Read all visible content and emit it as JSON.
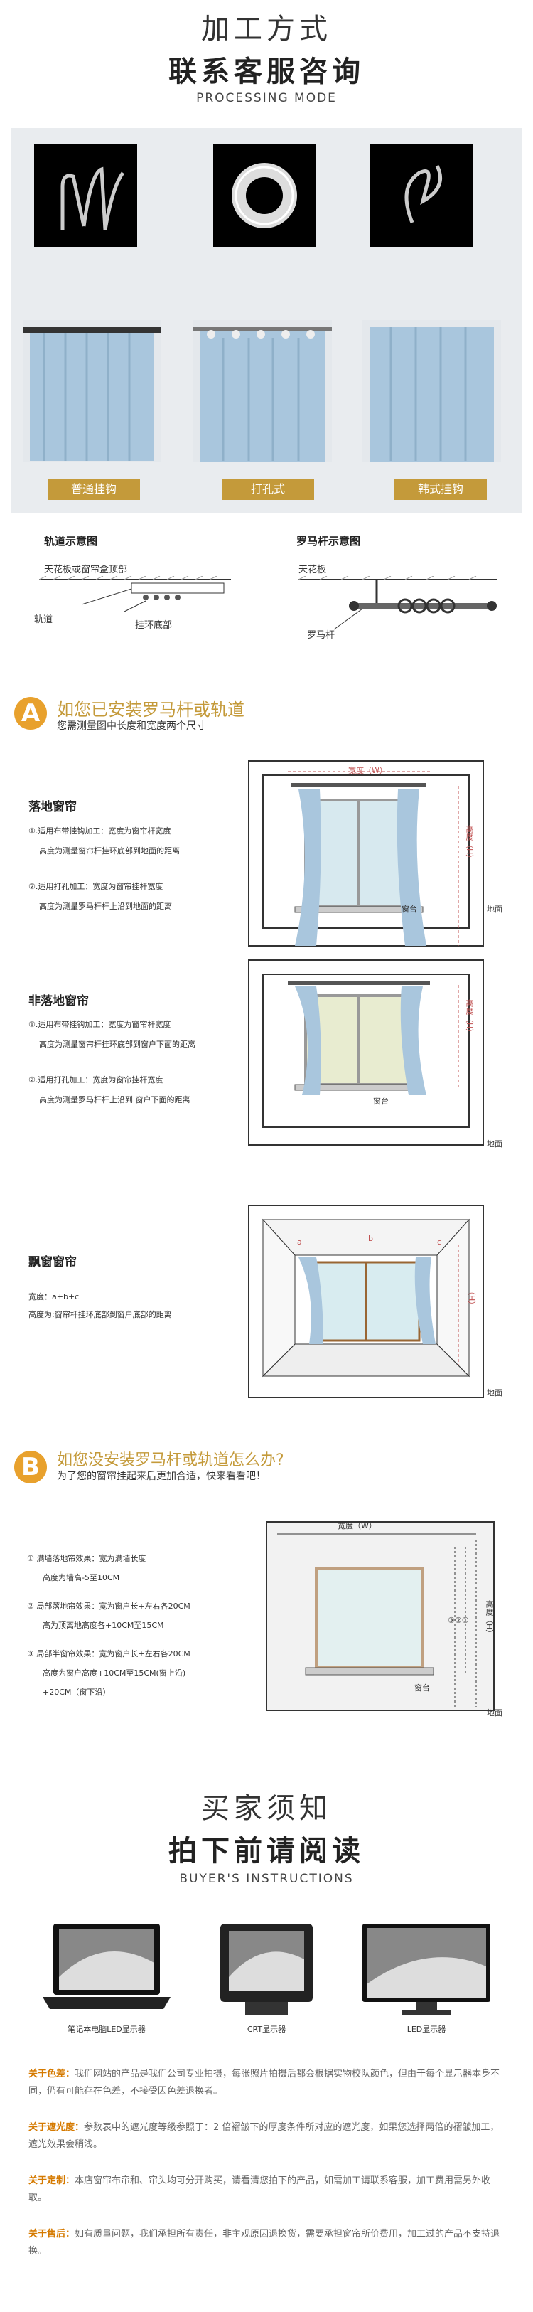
{
  "header": {
    "title1": "加工方式",
    "title2": "联系客服咨询",
    "subtitle": "PROCESSING MODE"
  },
  "processing": {
    "labels": [
      "普通挂钩",
      "打孔式",
      "韩式挂钩"
    ]
  },
  "diagrams": {
    "track_title": "轨道示意图",
    "track_ceiling": "天花板或窗帘盒顶部",
    "track_rail": "轨道",
    "track_hook": "挂环底部",
    "rod_title": "罗马杆示意图",
    "rod_ceiling": "天花板",
    "rod_label": "罗马杆"
  },
  "sectionA": {
    "letter": "A",
    "title": "如您已安装罗马杆或轨道",
    "subtitle": "您需测量图中长度和宽度两个尺寸",
    "floor": {
      "title": "落地窗帘",
      "item1_a": "①.适用布带挂钩加工：宽度为窗帘杆宽度",
      "item1_b": "高度为测量窗帘杆挂环底部到地面的距离",
      "item2_a": "②.适用打孔加工：宽度为窗帘挂杆宽度",
      "item2_b": "高度为测量罗马杆杆上沿到地面的距离",
      "width_label": "宽度（W）",
      "height_label": "高度（H）",
      "sill_label": "窗台",
      "floor_label": "地面"
    },
    "nonfloor": {
      "title": "非落地窗帘",
      "item1_a": "①.适用布带挂钩加工：宽度为窗帘杆宽度",
      "item1_b": "高度为测量窗帘杆挂环底部到窗户下面的距离",
      "item2_a": "②.适用打孔加工：宽度为窗帘挂杆宽度",
      "item2_b": "高度为测量罗马杆杆上沿到 窗户下面的距离",
      "height_label": "高度（H）",
      "sill_label": "窗台",
      "floor_label": "地面"
    },
    "bay": {
      "title": "飘窗窗帘",
      "line1": "宽度：a+b+c",
      "line2": "高度为:窗帘杆挂环底部到窗户底部的距离",
      "a": "a",
      "b": "b",
      "c": "c",
      "height_label": "（H）",
      "floor_label": "地面"
    }
  },
  "sectionB": {
    "letter": "B",
    "title": "如您没安装罗马杆或轨道怎么办?",
    "subtitle": "为了您的窗帘挂起来后更加合适，快来看看吧！",
    "item1_a": "① 满墙落地帘效果：宽为满墙长度",
    "item1_b": "高度为墙高-5至10CM",
    "item2_a": "② 局部落地帘效果：宽为窗户长+左右各20CM",
    "item2_b": "高为顶离地高度各+10CM至15CM",
    "item3_a": "③ 局部半窗帘效果：宽为窗户长+左右各20CM",
    "item3_b": "高度为窗户高度+10CM至15CM(窗上沿)",
    "item3_c": "+20CM（窗下沿）",
    "width_label": "宽度（W）",
    "height_label": "高度（H）",
    "nums": "③②①",
    "sill_label": "窗台",
    "floor_label": "地面"
  },
  "buyer": {
    "title1": "买家须知",
    "title2": "拍下前请阅读",
    "subtitle": "BUYER'S INSTRUCTIONS",
    "monitors": [
      "笔记本电脑LED显示器",
      "CRT显示器",
      "LED显示器"
    ],
    "notes": [
      {
        "key": "关于色差：",
        "text": "我们网站的产品是我们公司专业拍摄，每张照片拍摄后都会根据实物校队颜色，但由于每个显示器本身不同，仍有可能存在色差，不接受因色差退换者。"
      },
      {
        "key": "关于遮光度：",
        "text": "参数表中的遮光度等级参照于：2 倍褶皱下的厚度条件所对应的遮光度，如果您选择两倍的褶皱加工，遮光效果会稍浅。"
      },
      {
        "key": "关于定制：",
        "text": "本店窗帘布帘和、帘头均可分开购买，请看清您拍下的产品，如需加工请联系客服，加工费用需另外收取。"
      },
      {
        "key": "关于售后：",
        "text": "如有质量问题，我们承担所有责任，非主观原因退换货，需要承担窗帘所价费用，加工过的产品不支持退换。"
      }
    ]
  },
  "colors": {
    "gold": "#c49a3a",
    "orange": "#d57a00",
    "curtain": "#a9c6dd"
  }
}
